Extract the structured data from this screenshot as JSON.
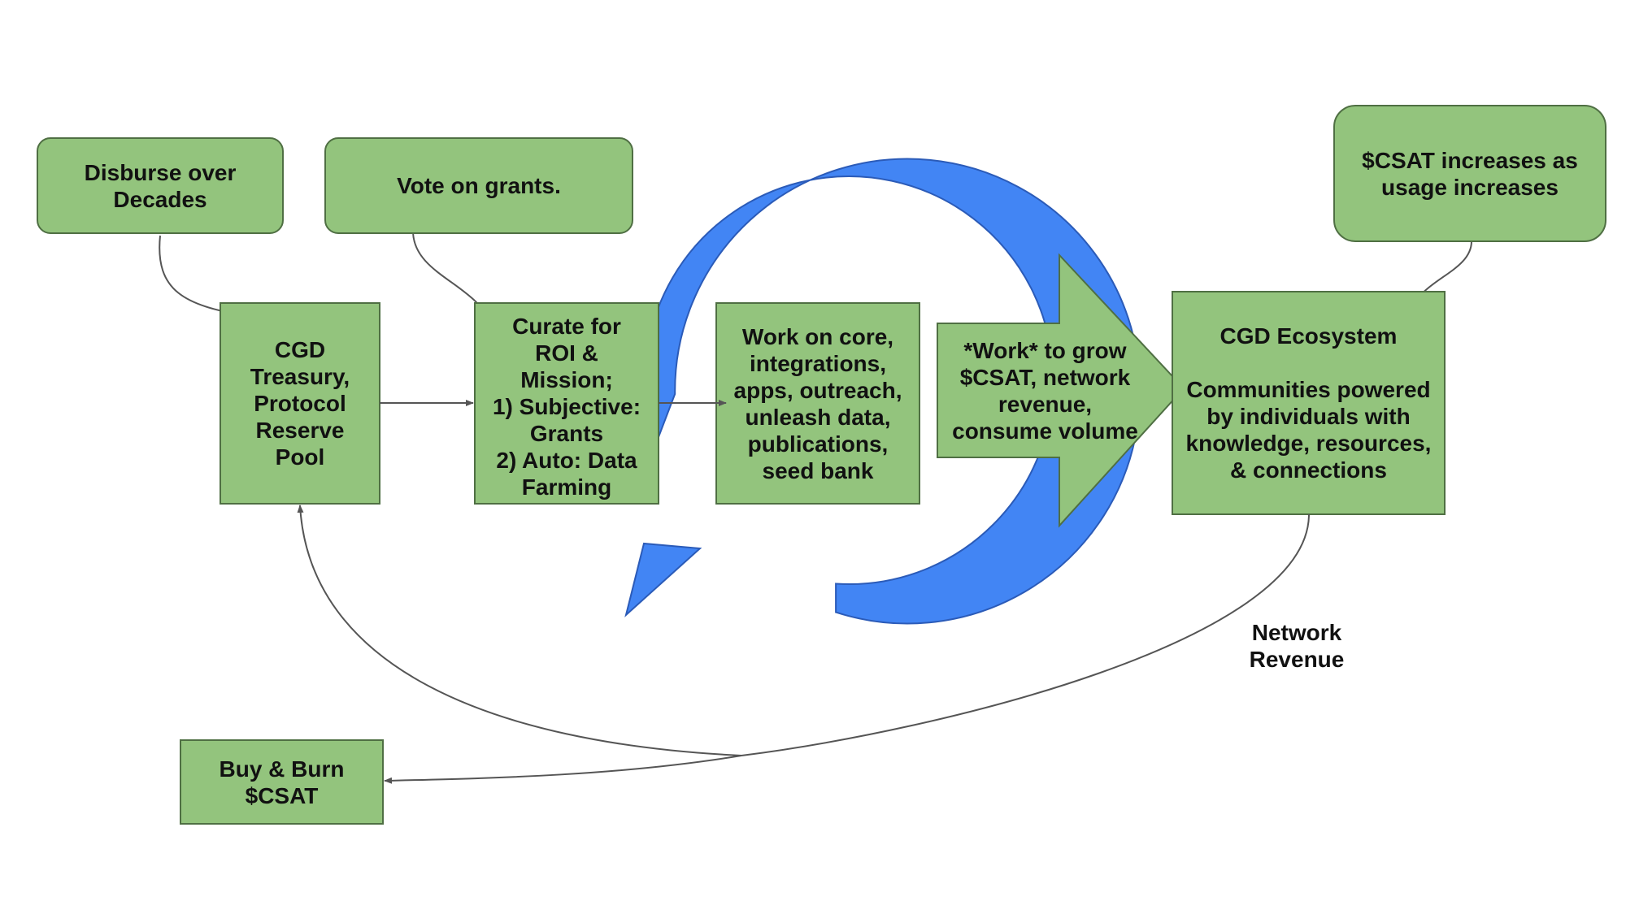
{
  "colors": {
    "box_fill": "#93c47d",
    "box_stroke": "#4f6f43",
    "cycle_arrow": "#4285f4",
    "connector": "#555555",
    "text": "#111111"
  },
  "notes": {
    "disburse": "Disburse over\nDecades",
    "vote": "Vote on grants.",
    "csat_increase": "$CSAT increases as\nusage increases"
  },
  "boxes": {
    "treasury": "CGD\nTreasury,\nProtocol\nReserve\nPool",
    "curate": "Curate for\nROI &\nMission;\n1) Subjective:\nGrants\n2) Auto: Data\nFarming",
    "work": "Work on core,\nintegrations,\napps, outreach,\nunleash data,\npublications,\nseed bank",
    "ecosystem": "CGD Ecosystem\n\nCommunities powered\nby individuals with\nknowledge, resources,\n& connections",
    "buy_burn": "Buy & Burn\n$CSAT"
  },
  "big_arrow": "*Work* to grow\n$CSAT, network\nrevenue,\nconsume volume",
  "network_revenue": "Network\nRevenue"
}
